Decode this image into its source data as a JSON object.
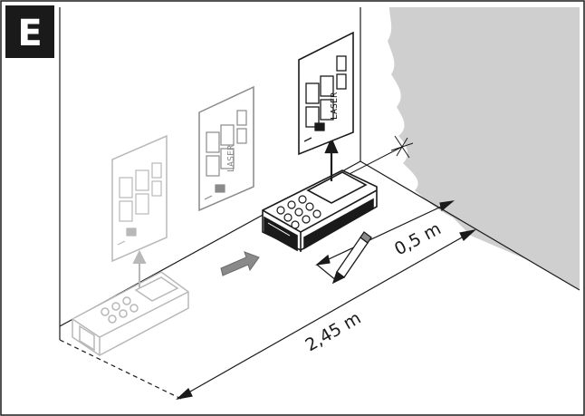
{
  "figure": {
    "label": "E",
    "dimension_short": "0,5 m",
    "dimension_long": "2,45 m",
    "display_text": "LASER"
  },
  "colors": {
    "ink": "#1a1a1a",
    "faded": "#b8b8b8",
    "wall_shade": "#cfcfcf",
    "label_bg": "#1a1a1a"
  }
}
